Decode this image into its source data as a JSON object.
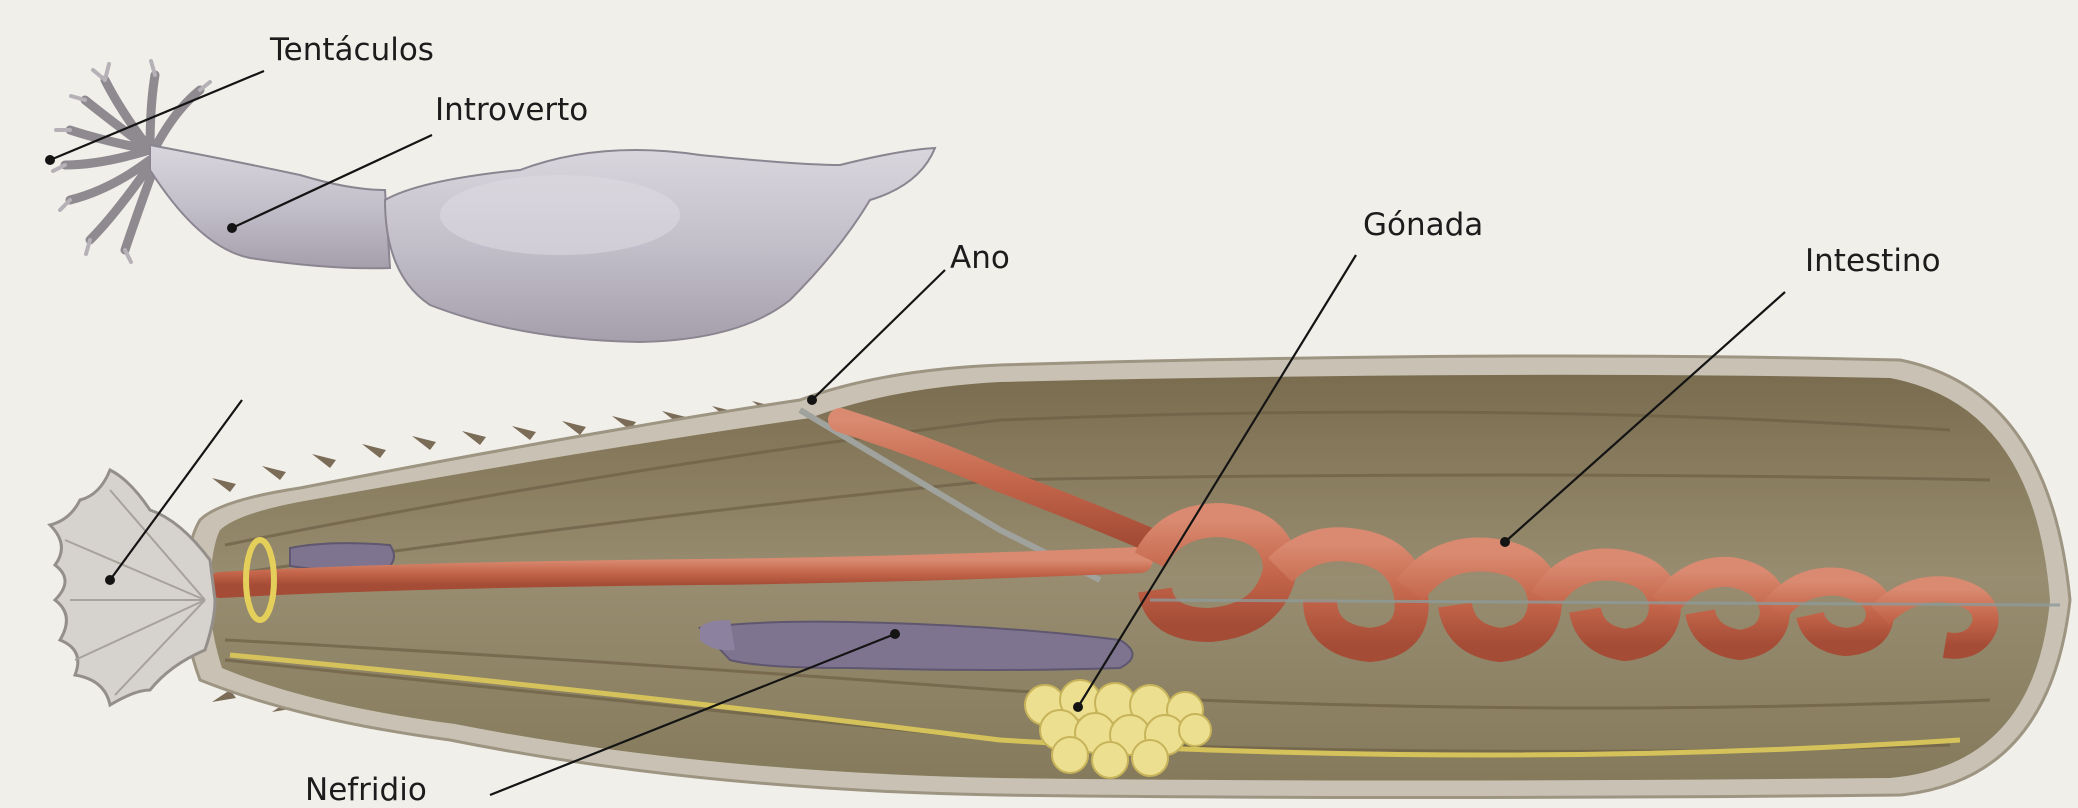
{
  "labels": {
    "tentaculos": "Tentáculos",
    "introverto": "Introverto",
    "ano": "Ano",
    "gonada": "Gónada",
    "intestino": "Intestino",
    "nefridio": "Nefridio"
  },
  "colors": {
    "background": "#f1efe9",
    "body_wall": "#8f8466",
    "intestine": "#c46a52",
    "nephridium": "#7f7490",
    "gonad": "#e8da88",
    "external_body": "#c4c0c9"
  }
}
